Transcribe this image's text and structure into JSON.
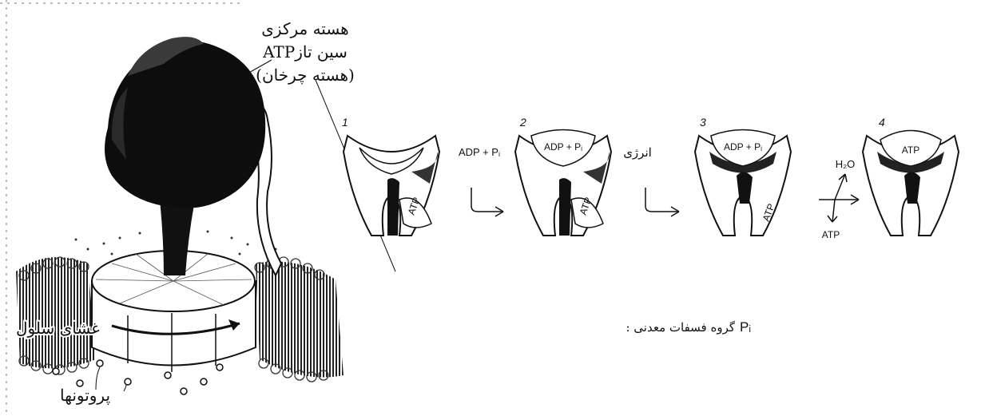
{
  "left_panel": {
    "core_label_line1": "هسته مرکزی",
    "core_label_line2": "ATPسین تاز",
    "core_label_line3": "(هسته چرخان)",
    "membrane_label": "غشای سلول",
    "protons_label": "پروتونها"
  },
  "steps": [
    {
      "number": "1",
      "top_text": "",
      "side_text": "ATP"
    },
    {
      "number": "2",
      "top_text": "ADP + Pᵢ",
      "side_text": "ATP"
    },
    {
      "number": "3",
      "top_text": "ADP + Pᵢ",
      "side_text": "ATP"
    },
    {
      "number": "4",
      "top_text": "ATP",
      "side_text": ""
    }
  ],
  "arrows": {
    "arrow1_label": "ADP + Pᵢ",
    "arrow2_label": "انرژی",
    "arrow3_water": "H₂O",
    "arrow3_out": "ATP"
  },
  "legend": {
    "symbol": "Pᵢ",
    "text": ": گروه فسفات معدنی"
  },
  "colors": {
    "ink": "#111111",
    "membrane": "#444444",
    "paper": "#ffffff"
  }
}
